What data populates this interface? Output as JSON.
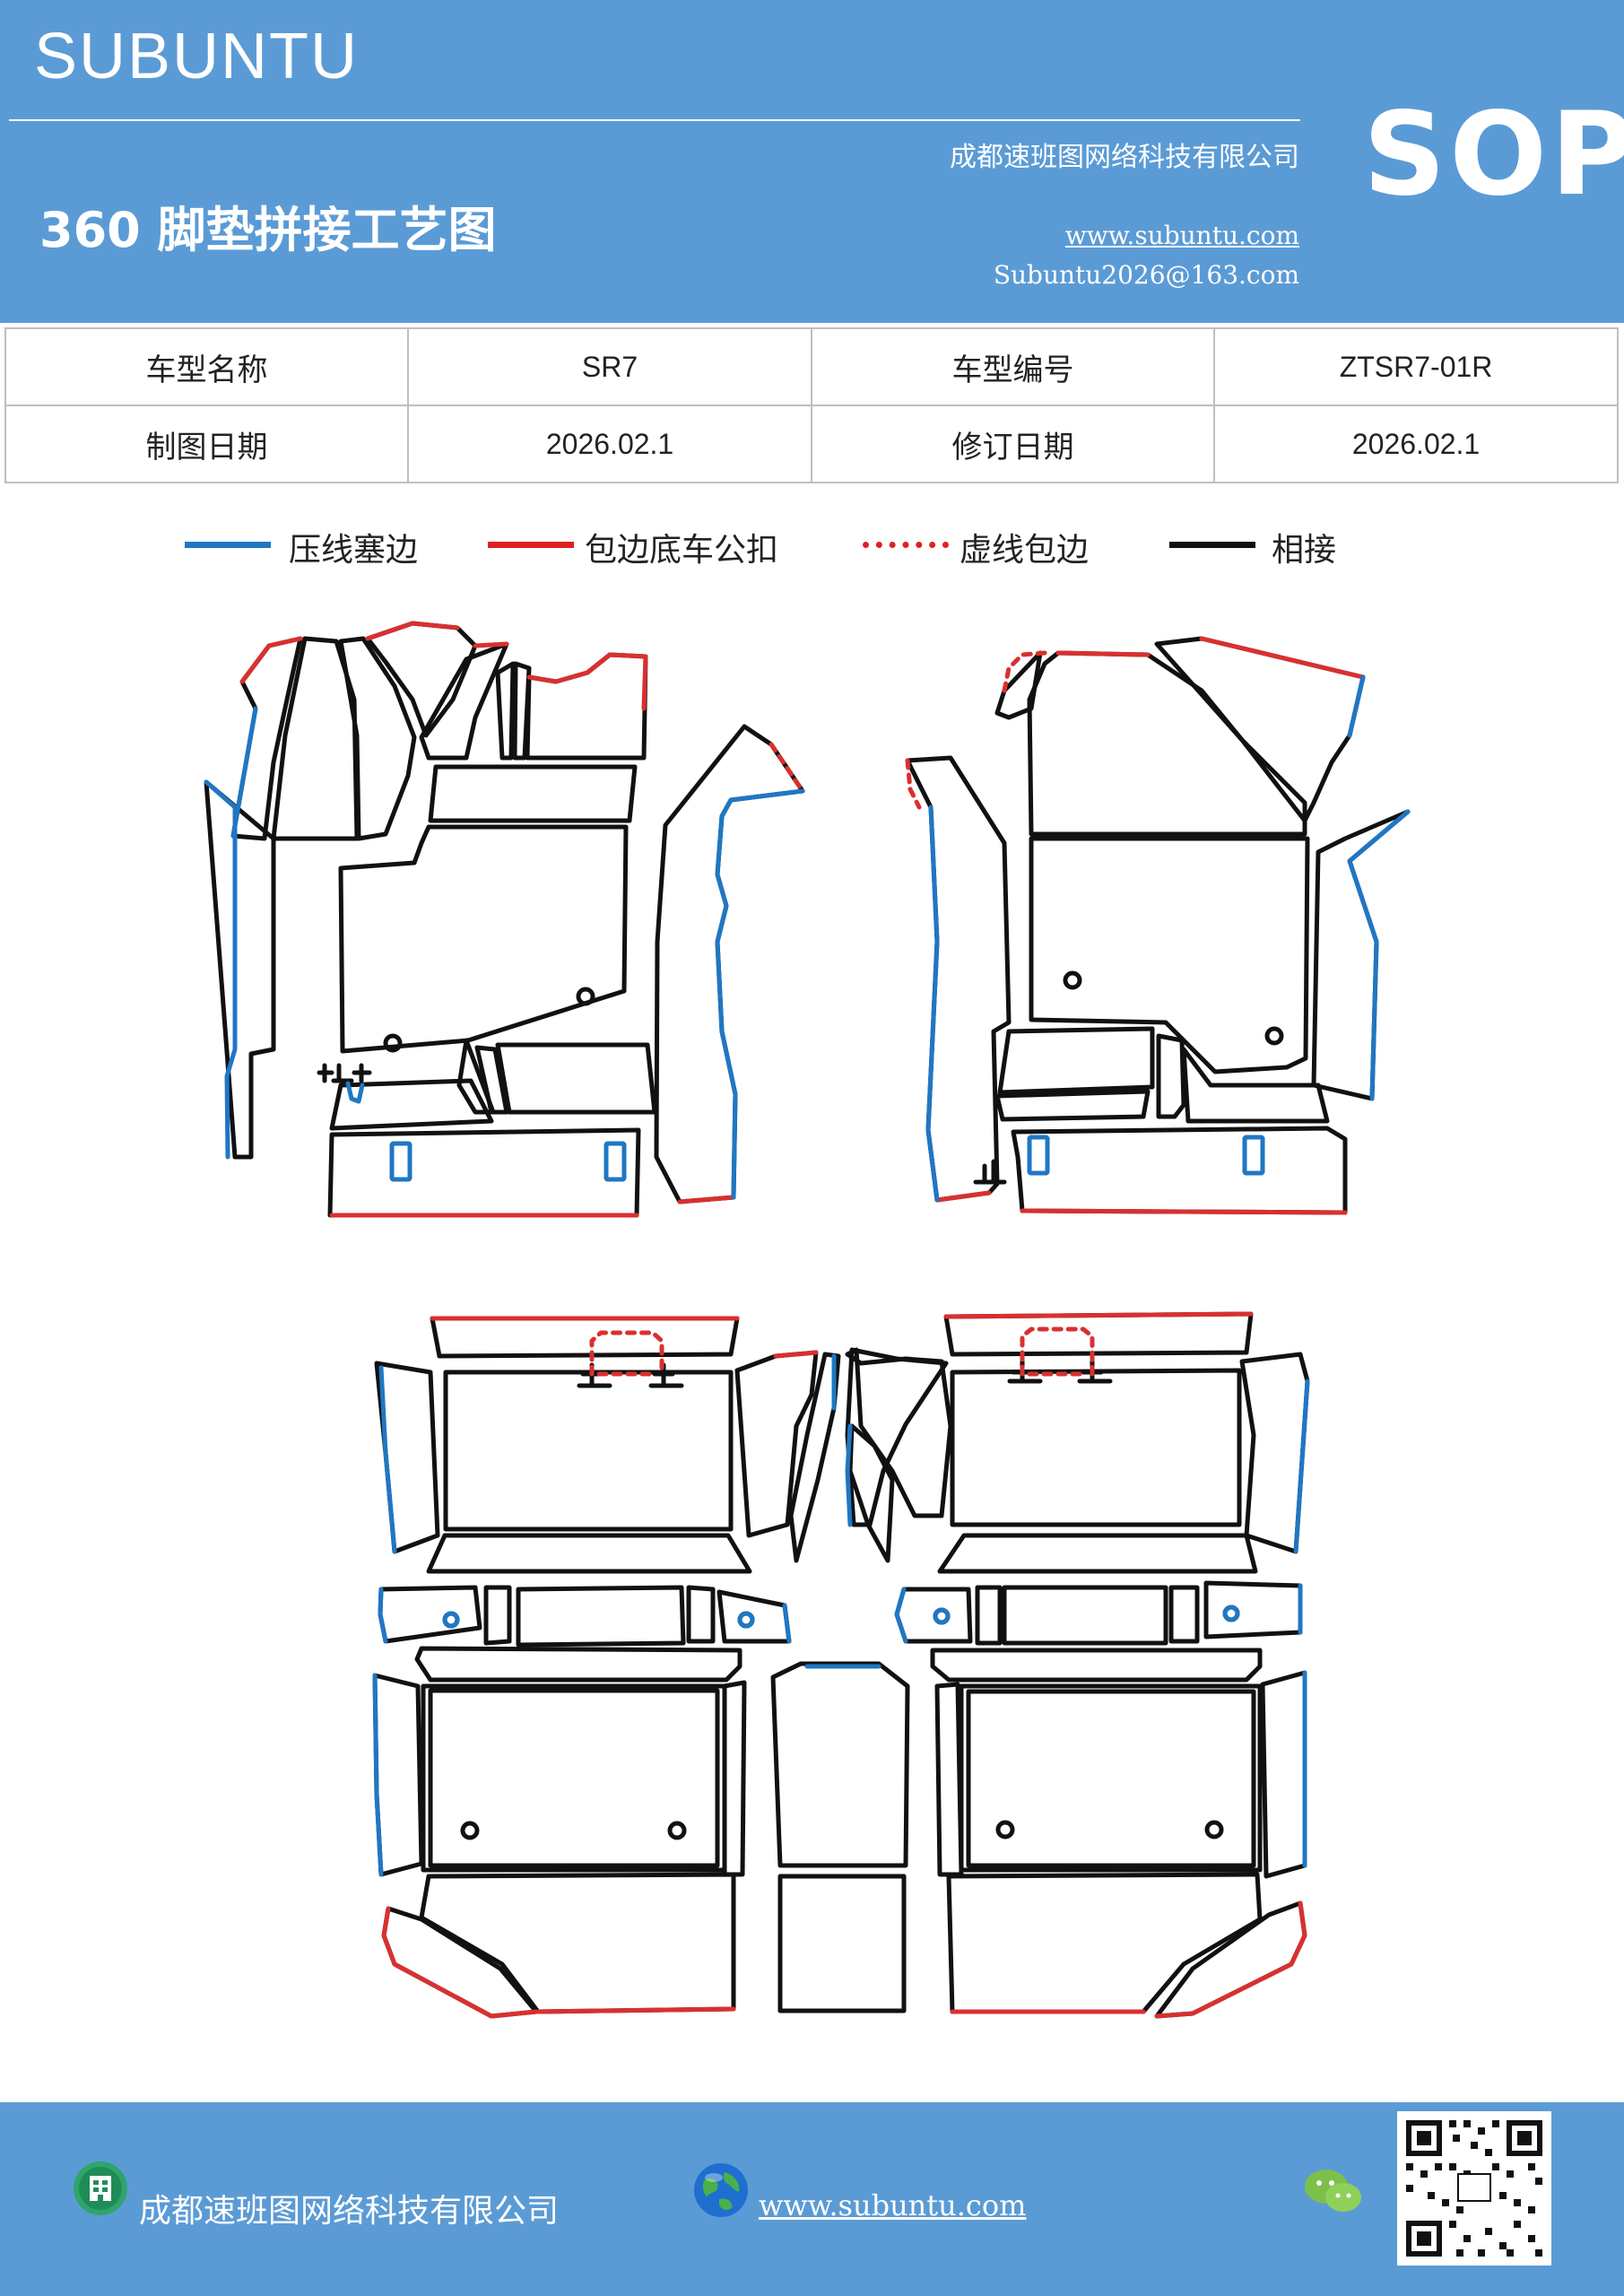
{
  "header": {
    "brand": "SUBUNTU",
    "subtitle": "360 脚垫拼接工艺图",
    "company": "成都速班图网络科技有限公司",
    "website": "www.subuntu.com",
    "email": "Subuntu2026@163.com",
    "badge": "SOP"
  },
  "info": {
    "model_name_label": "车型名称",
    "model_name_value": "SR7",
    "model_code_label": "车型编号",
    "model_code_value": "ZTSR7-01R",
    "draw_date_label": "制图日期",
    "draw_date_value": "2026.02.1",
    "revise_date_label": "修订日期",
    "revise_date_value": "2026.02.1"
  },
  "legend": {
    "items": [
      {
        "label": "压线塞边",
        "color": "#1f77c4",
        "style": "solid"
      },
      {
        "label": "包边底车公扣",
        "color": "#e02020",
        "style": "solid"
      },
      {
        "label": "虚线包边",
        "color": "#e02020",
        "style": "dotted"
      },
      {
        "label": "相接",
        "color": "#111111",
        "style": "solid"
      }
    ]
  },
  "footer": {
    "company": "成都速班图网络科技有限公司",
    "website": "www.subuntu.com",
    "icons": [
      "building-icon",
      "globe-icon",
      "wechat-icon",
      "qr-code"
    ]
  }
}
